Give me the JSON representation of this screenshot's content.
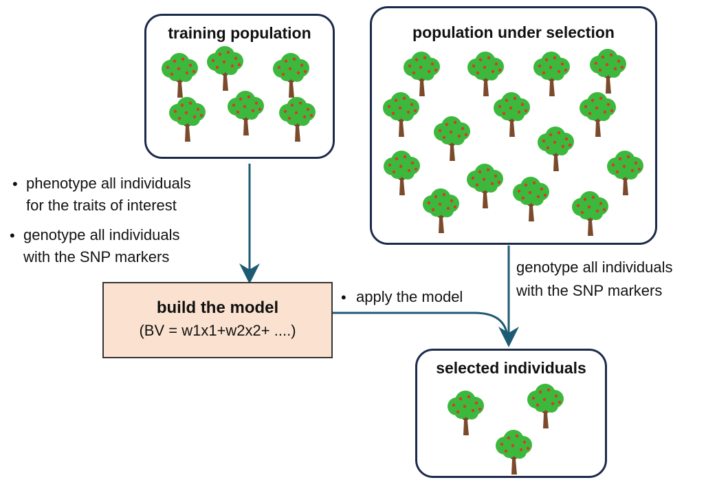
{
  "boxes": {
    "training": {
      "title": "training population"
    },
    "selection": {
      "title": "population under selection"
    },
    "selected": {
      "title": "selected individuals"
    }
  },
  "model": {
    "title": "build the model",
    "formula": "(BV = w1x1+w2x2+ ....)"
  },
  "notes": {
    "phenotype_line1": "phenotype all individuals",
    "phenotype_line2": "for the traits of interest",
    "genotype_line1": "genotype all individuals",
    "genotype_line2": "with the SNP markers",
    "apply": "apply the model",
    "genotype_right_line1": "genotype all individuals",
    "genotype_right_line2": "with the SNP markers",
    "bullet": "•"
  },
  "colors": {
    "box_border": "#1c2a4a",
    "arrow": "#1d5a73",
    "model_fill": "#fbe2d0",
    "foliage": "#3cb83c",
    "fruit": "#d83a2a",
    "trunk": "#7a4a2a"
  },
  "icons": {
    "tree": "apple-tree-icon"
  }
}
